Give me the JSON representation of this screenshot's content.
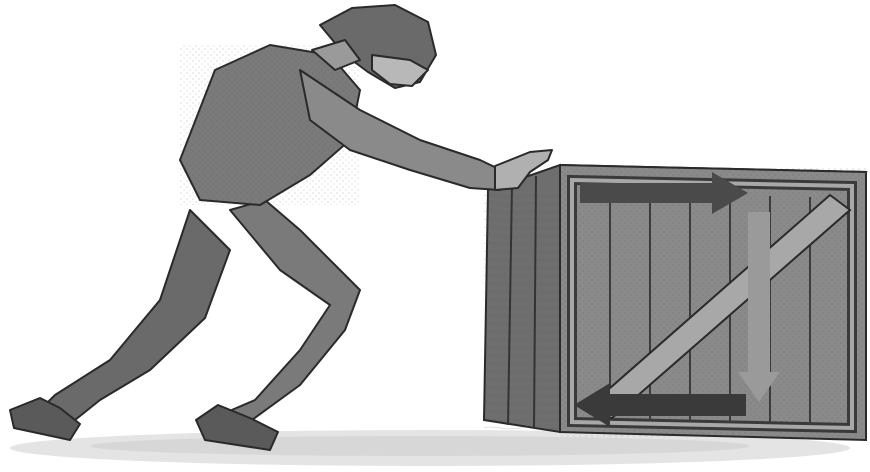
{
  "scene": {
    "subjects": [
      "person",
      "wooden-crate"
    ],
    "palette": {
      "background": "#ffffff",
      "clothing_dark": "#5e5e5e",
      "clothing_mid": "#7a7a7a",
      "clothing_light": "#9a9a9a",
      "crate_face": "#8a8a8a",
      "crate_side": "#6e6e6e",
      "crate_brace": "#a8a8a8",
      "outline": "#2a2a2a",
      "arrow_top": "#4a4a4a",
      "arrow_right": "#9a9a9a",
      "arrow_bottom": "#3a3a3a",
      "floor_shadow": "#cfcfcf"
    },
    "arrows": [
      {
        "name": "top-arrow",
        "direction": "right"
      },
      {
        "name": "right-arrow",
        "direction": "down"
      },
      {
        "name": "bottom-arrow",
        "direction": "left"
      }
    ]
  }
}
